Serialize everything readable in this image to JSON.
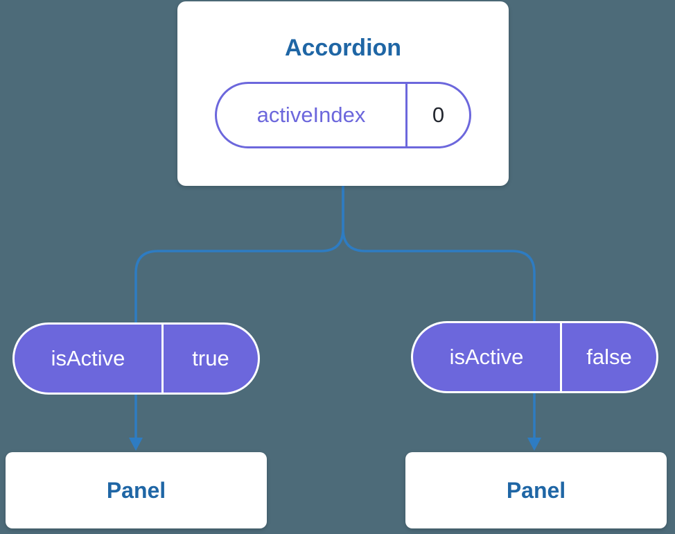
{
  "diagram": {
    "root": {
      "title": "Accordion",
      "prop": {
        "name": "activeIndex",
        "value": "0"
      }
    },
    "children": [
      {
        "prop": {
          "name": "isActive",
          "value": "true"
        },
        "panel_label": "Panel"
      },
      {
        "prop": {
          "name": "isActive",
          "value": "false"
        },
        "panel_label": "Panel"
      }
    ]
  },
  "colors": {
    "background": "#4d6b79",
    "connector": "#2e7cc2",
    "purple": "#6c67dc",
    "text": "#1f66a5",
    "value": "#23272f",
    "card-bg": "#ffffff"
  }
}
